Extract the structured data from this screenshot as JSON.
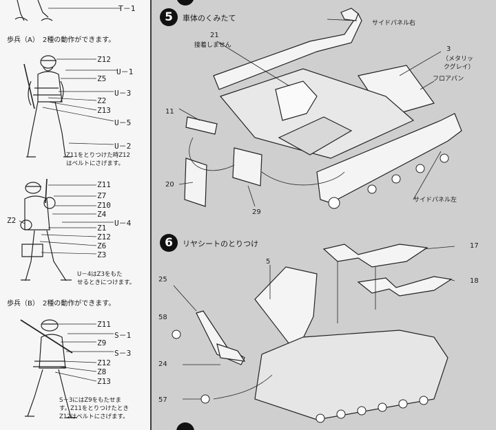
{
  "left": {
    "top_label": "T－1",
    "section_a": "歩兵（A）　2種の動作ができます。",
    "fig1_labels": [
      "Z12",
      "U－1",
      "Z5",
      "U－3",
      "Z2",
      "Z13",
      "U－5",
      "U－2"
    ],
    "fig1_note": [
      "Z11をとりつけた時Z12",
      "はベルトにさげます。"
    ],
    "fig2_labels": [
      "Z11",
      "Z7",
      "Z10",
      "Z4",
      "U－4",
      "Z1",
      "Z12",
      "Z6",
      "Z3"
    ],
    "fig2_left_label": "Z2",
    "fig2_note": [
      "U－4はZ3をもた",
      "せるときにつけます。"
    ],
    "section_b": "歩兵（B）　2種の動作ができます。",
    "fig3_labels": [
      "Z11",
      "S－1",
      "Z9",
      "S－3",
      "Z12",
      "Z8",
      "Z13"
    ],
    "fig3_note": [
      "S－3にはZ9をもたせま",
      "す。Z11をとりつけたとき",
      "Z12はベルトにさげます。"
    ]
  },
  "step5": {
    "number": "5",
    "title": "車体のくみたて",
    "labels": {
      "side_right": "サイドパネル右",
      "part21": "21",
      "glue_note": "接着しません",
      "part3": "3",
      "color_note": [
        "（メタリッ",
        "クグレイ）"
      ],
      "floor_pan": "フロアパン",
      "part11": "11",
      "part20": "20",
      "part29": "29",
      "side_left": "サイドパネル左"
    }
  },
  "step6": {
    "number": "6",
    "title": "リヤシートのとりつけ",
    "labels": {
      "part5": "5",
      "part17": "17",
      "part18": "18",
      "part25": "25",
      "part58": "58",
      "part24": "24",
      "part57": "57"
    }
  }
}
